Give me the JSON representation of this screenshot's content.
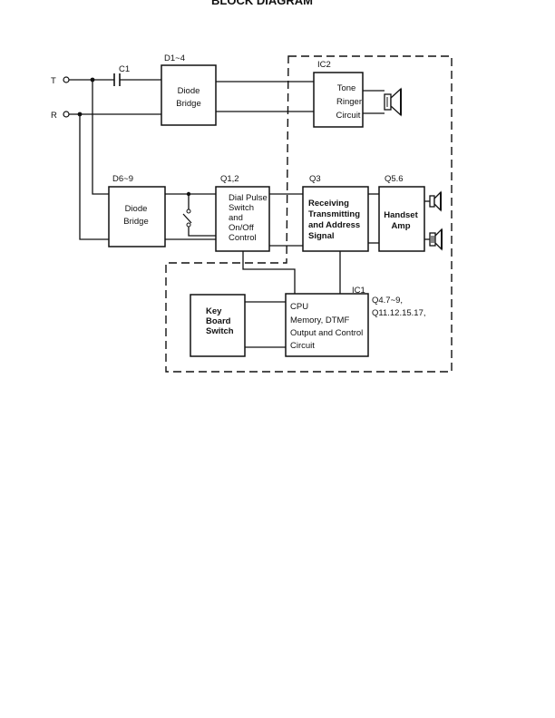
{
  "title": "BLOCK DIAGRAM",
  "terminals": {
    "t": "T",
    "r": "R"
  },
  "components": {
    "c1": "C1",
    "d1_4": "D1~4",
    "ic2": "IC2",
    "d6_9": "D6~9",
    "q1_2": "Q1,2",
    "q3": "Q3",
    "q5_6": "Q5.6",
    "ic1": "IC1",
    "q_list_1": "Q4.7~9,",
    "q_list_2": "Q11.12.15.17,"
  },
  "blocks": {
    "diode_bridge_1": [
      "Diode",
      "Bridge"
    ],
    "tone_ringer": [
      "Tone",
      "Ringer",
      "Circuit"
    ],
    "diode_bridge_2": [
      "Diode",
      "Bridge"
    ],
    "dial_pulse": [
      "Dial Pulse",
      "Switch",
      "and",
      "On/Off",
      "Control"
    ],
    "receiving": [
      "Receiving",
      "Transmitting",
      "and Address",
      "Signal"
    ],
    "handset_amp": [
      "Handset",
      "Amp"
    ],
    "keyboard": [
      "Key",
      "Board",
      "Switch"
    ],
    "cpu": [
      "CPU",
      "Memory, DTMF",
      "Output and Control",
      "Circuit"
    ]
  }
}
